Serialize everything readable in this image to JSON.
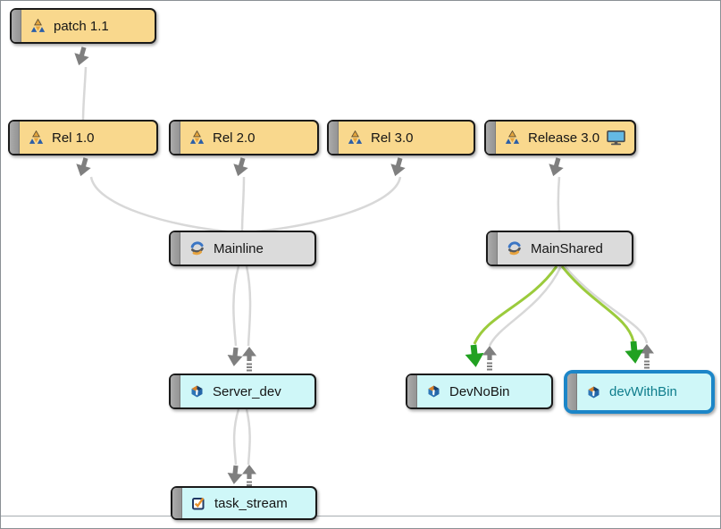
{
  "canvas": {
    "background": "#ffffff",
    "kind": "stream-hierarchy-diagram"
  },
  "nodes": {
    "patch_1_1": {
      "label": "patch 1.1",
      "type": "release-stream"
    },
    "rel_1_0": {
      "label": "Rel 1.0",
      "type": "release-stream"
    },
    "rel_2_0": {
      "label": "Rel 2.0",
      "type": "release-stream"
    },
    "rel_3_0": {
      "label": "Rel 3.0",
      "type": "release-stream"
    },
    "release_3_0": {
      "label": "Release 3.0",
      "type": "release-stream",
      "badge": "monitor-icon"
    },
    "mainline": {
      "label": "Mainline",
      "type": "mainline-stream"
    },
    "mainshared": {
      "label": "MainShared",
      "type": "mainline-stream"
    },
    "server_dev": {
      "label": "Server_dev",
      "type": "dev-stream"
    },
    "task_stream": {
      "label": "task_stream",
      "type": "task-stream"
    },
    "devnobin": {
      "label": "DevNoBin",
      "type": "dev-stream"
    },
    "devwithbin": {
      "label": "devWithBin",
      "type": "dev-stream",
      "selected": true
    }
  },
  "edges": [
    {
      "from": "patch_1_1",
      "to": "rel_1_0",
      "kind": "flow-arrow",
      "color": "gray"
    },
    {
      "from": "rel_1_0",
      "to": "mainline",
      "kind": "flow-arrow",
      "color": "gray"
    },
    {
      "from": "rel_2_0",
      "to": "mainline",
      "kind": "flow-arrow",
      "color": "gray"
    },
    {
      "from": "rel_3_0",
      "to": "mainline",
      "kind": "flow-arrow",
      "color": "gray"
    },
    {
      "from": "release_3_0",
      "to": "mainshared",
      "kind": "flow-arrow",
      "color": "gray"
    },
    {
      "from": "mainline",
      "to": "server_dev",
      "kind": "update-promote-pair",
      "color": "gray"
    },
    {
      "from": "server_dev",
      "to": "task_stream",
      "kind": "update-promote-pair",
      "color": "gray"
    },
    {
      "from": "mainshared",
      "to": "devnobin",
      "kind": "update-promote-pair",
      "color": "green-gray"
    },
    {
      "from": "mainshared",
      "to": "devwithbin",
      "kind": "update-promote-pair",
      "color": "green-gray"
    }
  ],
  "colors": {
    "release_fill": "#F9D88D",
    "mainline_fill": "#DBDBDB",
    "dev_fill": "#CFF7F8",
    "tab_gray": "#9C9C9C",
    "edge_gray": "#D8D8D8",
    "arrow_gray": "#7F7F7F",
    "promote_green_line": "#9BCB3C",
    "promote_green_arrow": "#21A121",
    "selected_border": "#1C86C8",
    "selected_text": "#0E7D8C"
  }
}
